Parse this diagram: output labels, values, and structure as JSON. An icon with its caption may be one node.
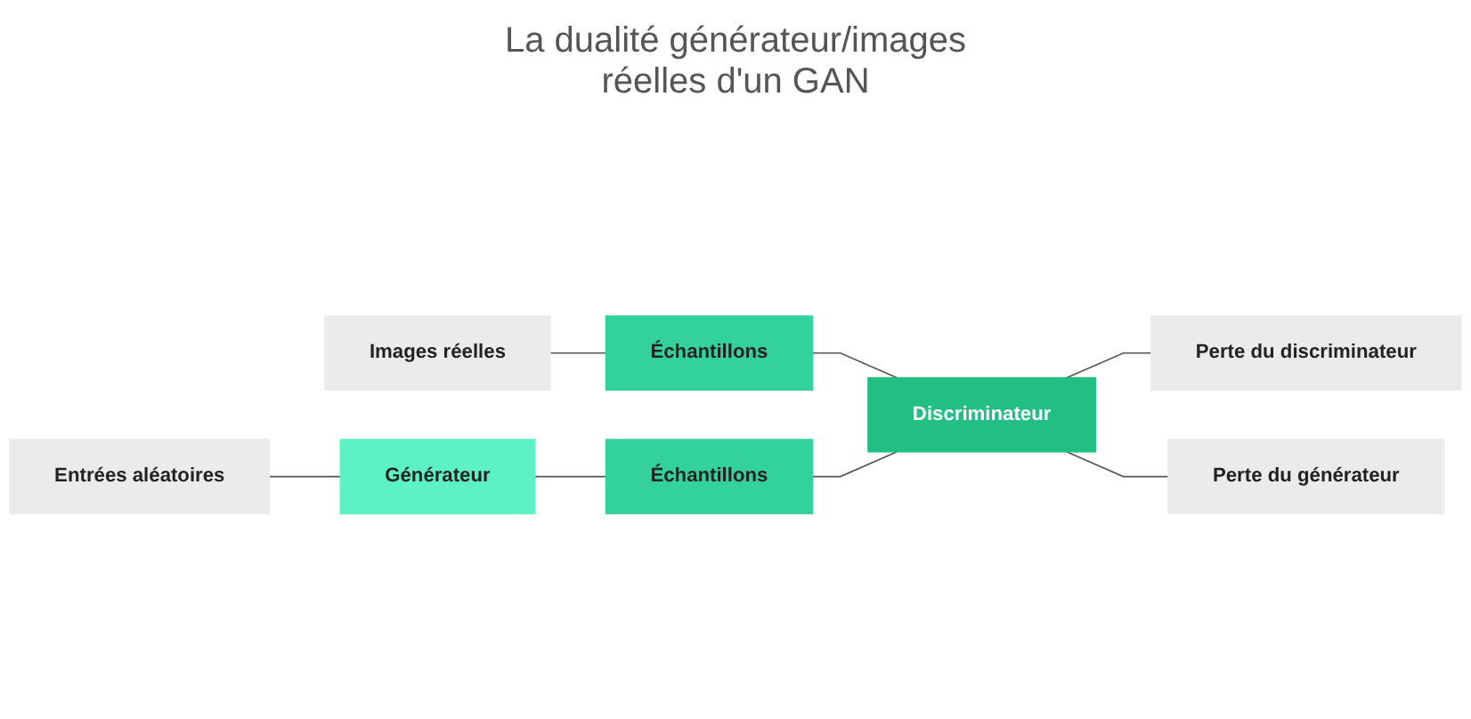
{
  "diagram": {
    "title": "La dualité générateur/images réelles d'un GAN",
    "nodes": [
      {
        "text": [
          "Images réelles"
        ]
      },
      {
        "text": [
          "Échantillons"
        ]
      },
      {
        "text": [
          "Entrées aléatoires"
        ]
      },
      {
        "text": [
          "Générateur"
        ]
      },
      {
        "text": [
          "Échantillons"
        ]
      },
      {
        "text": [
          "Discriminateur"
        ]
      },
      {
        "text": [
          "Perte du discriminateur"
        ]
      },
      {
        "text": [
          "Perte du générateur"
        ]
      }
    ],
    "edges": [
      {
        "from": 0,
        "to": 1,
        "arrow": "none"
      },
      {
        "from": 2,
        "to": 3,
        "arrow": "none"
      },
      {
        "from": 3,
        "to": 4,
        "arrow": "none"
      },
      {
        "from": 1,
        "to": 5,
        "arrow": "none"
      },
      {
        "from": 4,
        "to": 5,
        "arrow": "none"
      },
      {
        "from": 5,
        "to": 6,
        "arrow": "none"
      },
      {
        "from": 5,
        "to": 7,
        "arrow": "none"
      }
    ]
  }
}
